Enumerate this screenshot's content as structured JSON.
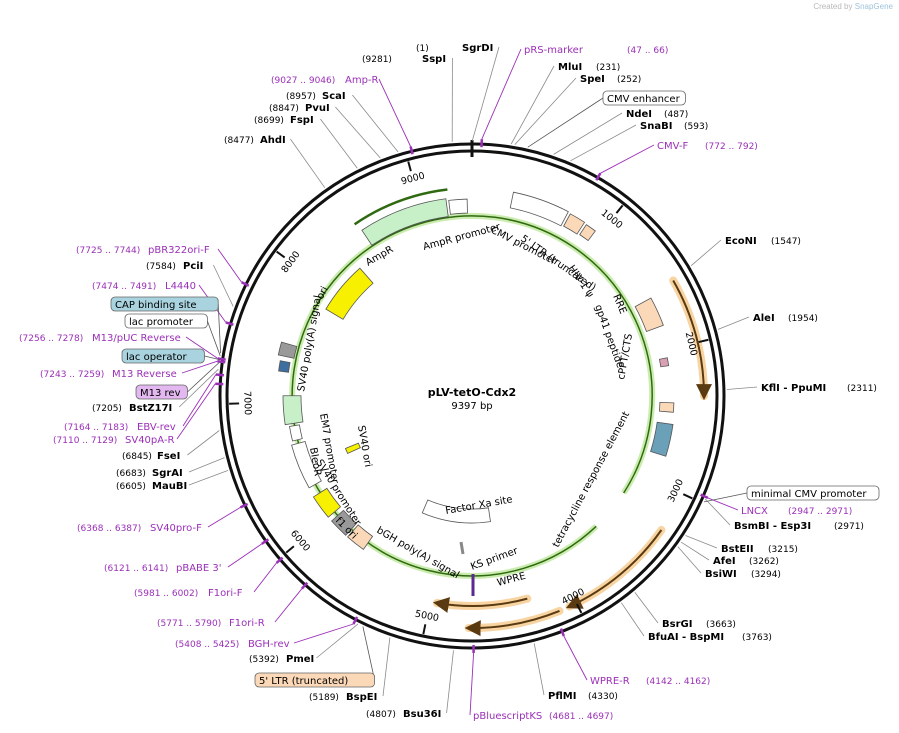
{
  "credit": {
    "prefix": "Created by",
    "brand": "SnapGene"
  },
  "plasmid": {
    "name": "pLV-tetO-Cdx2",
    "size_label": "9397 bp",
    "total_bp": 9397
  },
  "ticks": [
    {
      "label": "1000",
      "bp": 1000
    },
    {
      "label": "2000",
      "bp": 2000
    },
    {
      "label": "3000",
      "bp": 3000
    },
    {
      "label": "4000",
      "bp": 4000
    },
    {
      "label": "5000",
      "bp": 5000
    },
    {
      "label": "6000",
      "bp": 6000
    },
    {
      "label": "7000",
      "bp": 7000
    },
    {
      "label": "8000",
      "bp": 8000
    },
    {
      "label": "9000",
      "bp": 9000
    }
  ],
  "enzymes": [
    {
      "name": "SgrDI",
      "pos": "(1)",
      "bp": 1
    },
    {
      "name": "SspI",
      "pos": "(9281)",
      "bp": 9281
    },
    {
      "name": "MluI",
      "pos": "(231)",
      "bp": 231
    },
    {
      "name": "SpeI",
      "pos": "(252)",
      "bp": 252
    },
    {
      "name": "NdeI",
      "pos": "(487)",
      "bp": 487
    },
    {
      "name": "SnaBI",
      "pos": "(593)",
      "bp": 593
    },
    {
      "name": "EcoNI",
      "pos": "(1547)",
      "bp": 1547
    },
    {
      "name": "AleI",
      "pos": "(1954)",
      "bp": 1954
    },
    {
      "name": "KflI  - PpuMI",
      "pos": "(2311)",
      "bp": 2311
    },
    {
      "name": "BsmBI  - Esp3I",
      "pos": "(2971)",
      "bp": 2971
    },
    {
      "name": "BstEII",
      "pos": "(3215)",
      "bp": 3215
    },
    {
      "name": "AfeI",
      "pos": "(3262)",
      "bp": 3262
    },
    {
      "name": "BsiWI",
      "pos": "(3294)",
      "bp": 3294
    },
    {
      "name": "BsrGI",
      "pos": "(3663)",
      "bp": 3663
    },
    {
      "name": "BfuAI  - BspMI",
      "pos": "(3763)",
      "bp": 3763
    },
    {
      "name": "PflMI",
      "pos": "(4330)",
      "bp": 4330
    },
    {
      "name": "Bsu36I",
      "pos": "(4807)",
      "bp": 4807
    },
    {
      "name": "BspEI",
      "pos": "(5189)",
      "bp": 5189
    },
    {
      "name": "PmeI",
      "pos": "(5392)",
      "bp": 5392
    },
    {
      "name": "MauBI",
      "pos": "(6605)",
      "bp": 6605
    },
    {
      "name": "SgrAI",
      "pos": "(6683)",
      "bp": 6683
    },
    {
      "name": "FseI",
      "pos": "(6845)",
      "bp": 6845
    },
    {
      "name": "BstZ17I",
      "pos": "(7205)",
      "bp": 7205
    },
    {
      "name": "PciI",
      "pos": "(7584)",
      "bp": 7584
    },
    {
      "name": "AhdI",
      "pos": "(8477)",
      "bp": 8477
    },
    {
      "name": "FspI",
      "pos": "(8699)",
      "bp": 8699
    },
    {
      "name": "PvuI",
      "pos": "(8847)",
      "bp": 8847
    },
    {
      "name": "ScaI",
      "pos": "(8957)",
      "bp": 8957
    }
  ],
  "primers": [
    {
      "name": "pRS-marker",
      "range": "(47 .. 66)",
      "bp": 57
    },
    {
      "name": "Amp-R",
      "range": "(9027 .. 9046)",
      "bp": 9036
    },
    {
      "name": "CMV-F",
      "range": "(772 .. 792)",
      "bp": 782
    },
    {
      "name": "LNCX",
      "range": "(2947 .. 2971)",
      "bp": 2959
    },
    {
      "name": "WPRE-R",
      "range": "(4142 .. 4162)",
      "bp": 4152
    },
    {
      "name": "pBluescriptKS",
      "range": "(4681 .. 4697)",
      "bp": 4689
    },
    {
      "name": "BGH-rev",
      "range": "(5408 .. 5425)",
      "bp": 5416
    },
    {
      "name": "F1ori-R",
      "range": "(5771 .. 5790)",
      "bp": 5780
    },
    {
      "name": "F1ori-F",
      "range": "(5981 .. 6002)",
      "bp": 5991
    },
    {
      "name": "pBABE 3'",
      "range": "(6121 .. 6141)",
      "bp": 6131
    },
    {
      "name": "SV40pro-F",
      "range": "(6368 .. 6387)",
      "bp": 6377
    },
    {
      "name": "SV40pA-R",
      "range": "(7110 .. 7129)",
      "bp": 7119
    },
    {
      "name": "EBV-rev",
      "range": "(7164 .. 7183)",
      "bp": 7173
    },
    {
      "name": "M13 Reverse",
      "range": "(7243 .. 7259)",
      "bp": 7251
    },
    {
      "name": "M13/pUC Reverse",
      "range": "(7256 .. 7278)",
      "bp": 7267
    },
    {
      "name": "L4440",
      "range": "(7474 .. 7491)",
      "bp": 7482
    },
    {
      "name": "pBR322ori-F",
      "range": "(7725 .. 7744)",
      "bp": 7734
    }
  ],
  "boxed_labels": [
    {
      "name": "CMV enhancer",
      "bp": 330,
      "style": "plain"
    },
    {
      "name": "minimal CMV promoter",
      "bp": 2990,
      "style": "plain"
    },
    {
      "name": "5' LTR (truncated)",
      "bp": 5360,
      "style": "ltr"
    },
    {
      "name": "CAP binding site",
      "bp": 7300,
      "style": "blue"
    },
    {
      "name": "lac promoter",
      "bp": 7285,
      "style": "plain"
    },
    {
      "name": "lac operator",
      "bp": 7262,
      "style": "blue"
    },
    {
      "name": "M13 rev",
      "bp": 7245,
      "style": "purple"
    }
  ],
  "inner_labels": {
    "cmv_promoter": "CMV promoter",
    "ltr5": "5' LTR (truncated)",
    "hiv_psi": "HIV-1 ψ",
    "rre": "RRE",
    "gp41": "gp41 peptide",
    "cppt": "cPPT/CTS",
    "tre": "tetracycline response element",
    "ampr_promoter": "AmpR promoter",
    "ampr": "AmpR",
    "ori": "ori",
    "sv40_polya": "SV40 poly(A) signal",
    "sv40_ori": "SV40 ori",
    "em7": "EM7 promoter",
    "bleor": "BleoR",
    "sv40_promoter": "SV40 promoter",
    "f1_ori": "f1 ori",
    "bgh": "bGH poly(A) signal",
    "factor_xa": "Factor Xa site",
    "ks_primer": "KS primer",
    "wpre": "WPRE"
  },
  "colors": {
    "backbone": "#111111",
    "enzyme_line": "#8a8a8a",
    "primer": "#9b2fb8",
    "orf_orange": "#f0a030",
    "ampr_green": "#c8f0c8",
    "ori_yellow": "#f7f000",
    "ltr_peach": "#fbd9b8",
    "box_blue": "#a9d3df",
    "box_purple": "#e3b8f0"
  }
}
